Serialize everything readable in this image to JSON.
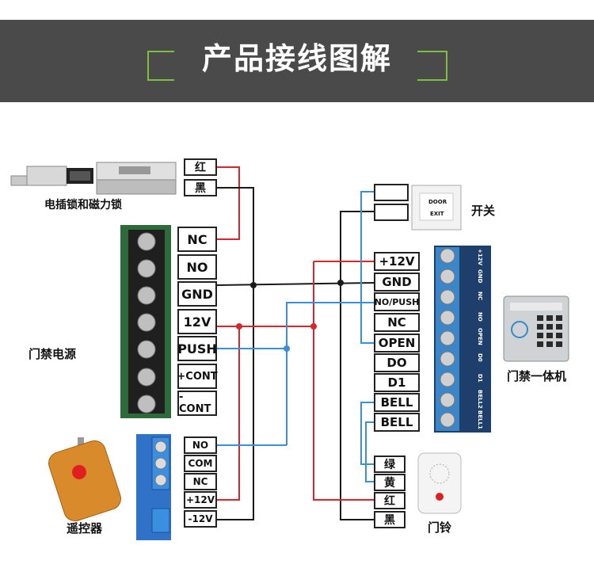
{
  "title": "产品接线图解",
  "captions": {
    "lock": "电插锁和磁力锁",
    "power": "门禁电源",
    "remote": "遥控器",
    "switch": "开关",
    "doorbell": "门铃",
    "keypad": "门禁一体机"
  },
  "lock_wires": [
    "红",
    "黑"
  ],
  "power_terminals": [
    "NC",
    "NO",
    "GND",
    "12V",
    "PUSH",
    "+CONT",
    "- CONT"
  ],
  "receiver_terminals": [
    "NO",
    "COM",
    "NC",
    "+12V",
    "-12V"
  ],
  "controller_terminals": [
    "+12V",
    "GND",
    "NO/PUSH",
    "NC",
    "OPEN",
    "DO",
    "D1",
    "BELL",
    "BELL"
  ],
  "strip_labels": [
    "+12V",
    "GND",
    "NC",
    "NO",
    "OPEN",
    "D0",
    "D1",
    "BELL2",
    "BELL1"
  ],
  "bell_wires": [
    "绿",
    "黄",
    "红",
    "黑"
  ],
  "exit_button": {
    "line1": "DOOR",
    "line2": "EXIT"
  },
  "colors": {
    "red": "#d7262b",
    "black": "#1a1a1a",
    "blue": "#3a8fd6",
    "accent": "#7fbf3f"
  }
}
